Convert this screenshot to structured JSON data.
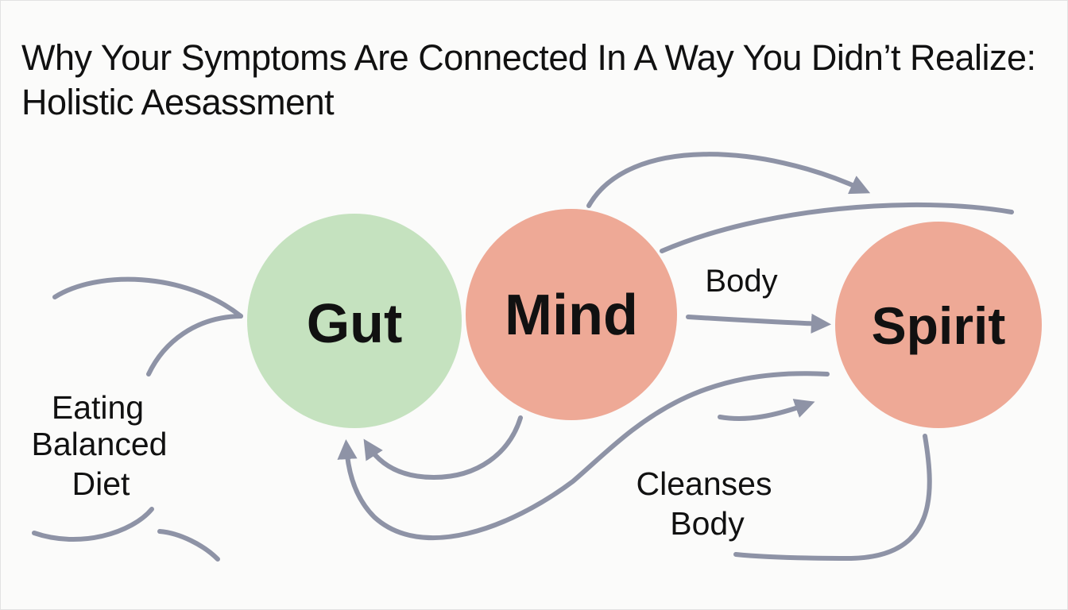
{
  "title": "Why Your Symptoms Are Connected In A Way You Didn’t Realize: Holistic Aesassment",
  "nodes": [
    {
      "id": "gut",
      "label": "Gut",
      "color": "#c5e2bf"
    },
    {
      "id": "mind",
      "label": "Mind",
      "color": "#eea996"
    },
    {
      "id": "spirit",
      "label": "Spirit",
      "color": "#eea996"
    }
  ],
  "labels": {
    "body": "Body",
    "eating": [
      "Eating",
      "Balanced",
      "Diet"
    ],
    "cleanses": [
      "Cleanses",
      "Body"
    ]
  },
  "colors": {
    "arrow": "#8e93a6",
    "background": "#fbfbfa",
    "text": "#111111"
  }
}
